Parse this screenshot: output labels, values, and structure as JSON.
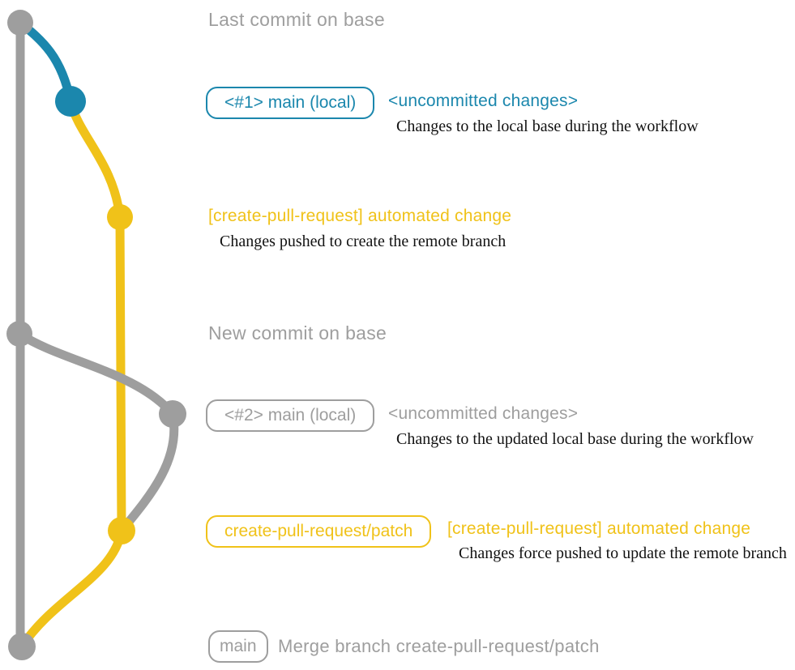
{
  "colors": {
    "gray": "#9e9e9e",
    "blue": "#1b87ad",
    "yellow": "#f0c219",
    "ink": "#121212"
  },
  "sections": {
    "last_commit": "Last commit on base",
    "new_commit": "New commit on base"
  },
  "row_uncommitted_1": {
    "badge": "<#1> main (local)",
    "heading": "<uncommitted changes>",
    "desc": "Changes to the local base during the workflow"
  },
  "row_automated_1": {
    "heading": "[create-pull-request] automated change",
    "desc": "Changes pushed to create the remote branch"
  },
  "row_uncommitted_2": {
    "badge": "<#2> main (local)",
    "heading": "<uncommitted changes>",
    "desc": "Changes to the updated local base during the workflow"
  },
  "row_automated_2": {
    "badge": "create-pull-request/patch",
    "heading": "[create-pull-request] automated change",
    "desc": "Changes force pushed to update the remote branch"
  },
  "row_merge": {
    "badge": "main",
    "heading": "Merge branch create-pull-request/patch"
  }
}
